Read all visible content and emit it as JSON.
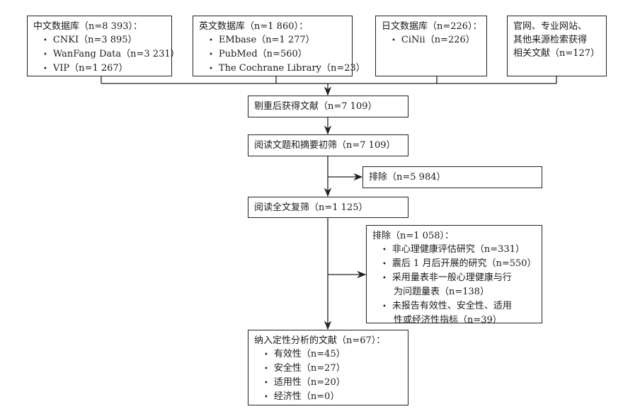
{
  "sources": [
    {
      "title": "中文数据库（n=8 393）：",
      "items": [
        "CNKI（n=3 895）",
        "WanFang Data（n=3 231）",
        "VIP（n=1 267）"
      ]
    },
    {
      "title": "英文数据库（n=1 860）：",
      "items": [
        "EMbase（n=1 277）",
        "PubMed（n=560）",
        "The Cochrane Library（n=23）"
      ]
    },
    {
      "title": "日文数据库（n=226）：",
      "items": [
        "CiNii（n=226）"
      ]
    },
    {
      "lines": [
        "官网、专业网站、",
        "其他来源检索获得",
        "相关文献（n=127）"
      ]
    }
  ],
  "dedup": "剔重后获得文献（n=7 109）",
  "screen": "阅读文题和摘要初筛（n=7 109）",
  "exclude1": "排除（n=5 984）",
  "fulltext": "阅读全文复筛（n=1 125）",
  "exclude2": {
    "title": "排除（n=1 058）：",
    "items": [
      "非心理健康评估研究（n=331）",
      "震后 1 月后开展的研究（n=550）",
      "采用量表非一般心理健康与行",
      "为问题量表（n=138）",
      "未报告有效性、安全性、适用",
      "性或经济性指标（n=39）"
    ]
  },
  "included": {
    "title": "纳入定性分析的文献（n=67）：",
    "items": [
      "有效性（n=45）",
      "安全性（n=27）",
      "适用性（n=20）",
      "经济性（n=0）"
    ]
  }
}
